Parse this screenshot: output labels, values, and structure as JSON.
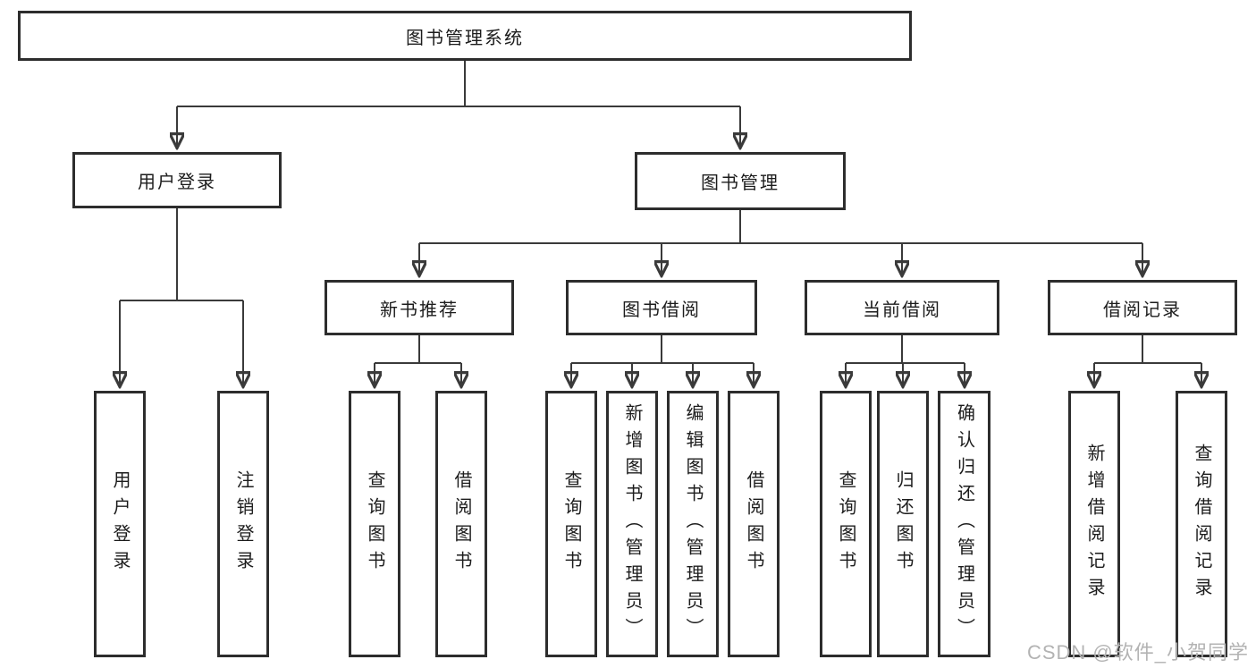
{
  "watermark": "CSDN @软件_小贺同学",
  "colors": {
    "line": "#3a3a3a",
    "box_border": "#2d2d2d",
    "box_fill": "#ffffff",
    "text": "#1c1c1c",
    "watermark": "#b3b3b3",
    "background": "#ffffff"
  },
  "tree": {
    "label": "图书管理系统",
    "children": [
      {
        "label": "用户登录",
        "children": [
          {
            "label": "用户登录"
          },
          {
            "label": "注销登录"
          }
        ]
      },
      {
        "label": "图书管理",
        "children": [
          {
            "label": "新书推荐",
            "children": [
              {
                "label": "查询图书"
              },
              {
                "label": "借阅图书"
              }
            ]
          },
          {
            "label": "图书借阅",
            "children": [
              {
                "label": "查询图书"
              },
              {
                "label": "新增图书（管理员）"
              },
              {
                "label": "编辑图书（管理员）"
              },
              {
                "label": "借阅图书"
              }
            ]
          },
          {
            "label": "当前借阅",
            "children": [
              {
                "label": "查询图书"
              },
              {
                "label": "归还图书"
              },
              {
                "label": "确认归还（管理员）"
              }
            ]
          },
          {
            "label": "借阅记录",
            "children": [
              {
                "label": "新增借阅记录"
              },
              {
                "label": "查询借阅记录"
              }
            ]
          }
        ]
      }
    ]
  }
}
